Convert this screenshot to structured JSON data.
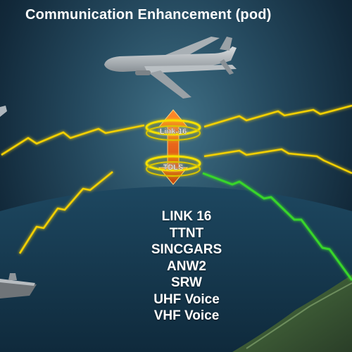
{
  "title": "Communication Enhancement (pod)",
  "rings": {
    "upper_label": "Link-16",
    "lower_label": "TDLS"
  },
  "protocols": [
    "LINK 16",
    "TTNT",
    "SINCGARS",
    "ANW2",
    "SRW",
    "UHF Voice",
    "VHF Voice"
  ],
  "colors": {
    "yellow_link": "#f4d000",
    "green_link": "#39d62a",
    "arrow_orange": "#e8641a",
    "ring_yellow": "#f5e000"
  }
}
